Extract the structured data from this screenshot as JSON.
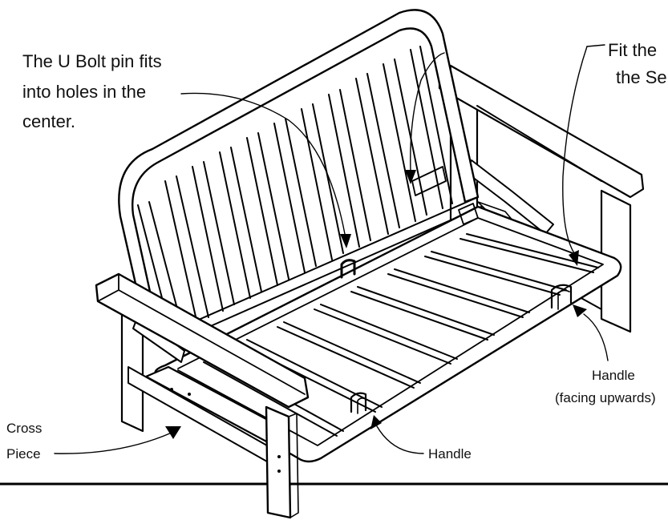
{
  "annotations": {
    "u_bolt": {
      "line1": "The U Bolt pin fits",
      "line2": "into holes in the",
      "line3": "center."
    },
    "fit_top": {
      "line1": "Fit the",
      "line2": "the Se"
    },
    "cross_piece": {
      "line1": "Cross",
      "line2": "Piece"
    },
    "handle_bottom": "Handle",
    "handle_right": {
      "line1": "Handle",
      "line2": "(facing upwards)"
    }
  },
  "colors": {
    "ink": "#000000",
    "paper": "#ffffff"
  }
}
